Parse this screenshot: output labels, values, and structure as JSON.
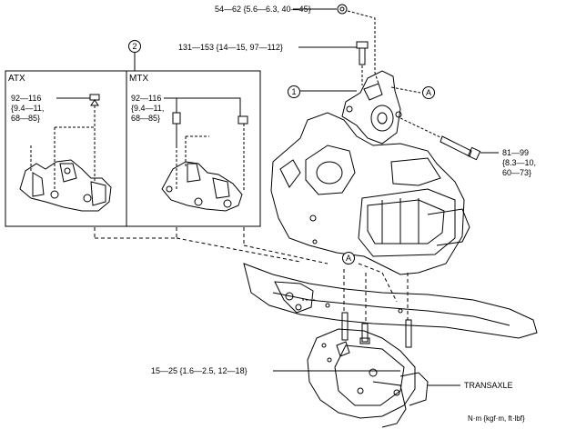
{
  "torque_labels": {
    "top_nut": "54—62 {5.6—6.3, 40—45}",
    "mount_bolt": "131—153 {14—15, 97—112}",
    "atx_l1": "92—116",
    "atx_l2": "{9.4—11,",
    "atx_l3": "68—85}",
    "mtx_l1": "92—116",
    "mtx_l2": "{9.4—11,",
    "mtx_l3": "68—85}",
    "long_bolt_l1": "81—99",
    "long_bolt_l2": "{8.3—10,",
    "long_bolt_l3": "60—73}",
    "lower_bolts": "15—25 {1.6—2.5, 12—18}"
  },
  "inset": {
    "atx_title": "ATX",
    "mtx_title": "MTX"
  },
  "callouts": {
    "part1": "1",
    "part2": "2",
    "ref_a_top": "A",
    "ref_a_mid": "A"
  },
  "transaxle_label": "TRANSAXLE",
  "units_label": "N·m {kgf·m, ft·lbf}"
}
